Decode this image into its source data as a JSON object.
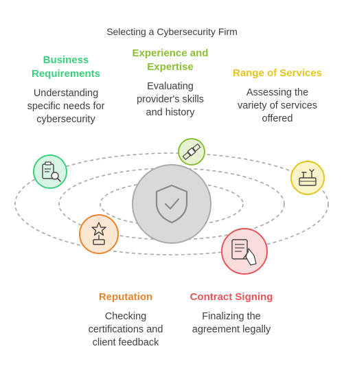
{
  "title": "Selecting a Cybersecurity Firm",
  "center_icon": "shield-check-icon",
  "items": [
    {
      "heading": "Business Requirements",
      "heading_lines": [
        "Business",
        "Requirements"
      ],
      "description_lines": [
        "Understanding",
        "specific needs for",
        "cybersecurity"
      ],
      "color": "#3ccf7e",
      "icon": "clipboard-search-icon"
    },
    {
      "heading": "Experience and Expertise",
      "heading_lines": [
        "Experience and",
        "Expertise"
      ],
      "description_lines": [
        "Evaluating",
        "provider's skills",
        "and history"
      ],
      "color": "#8bbf32",
      "icon": "satellite-icon"
    },
    {
      "heading": "Range of Services",
      "heading_lines": [
        "Range of Services"
      ],
      "description_lines": [
        "Assessing the",
        "variety of services",
        "offered"
      ],
      "color": "#e2c51f",
      "icon": "toolbox-icon"
    },
    {
      "heading": "Reputation",
      "heading_lines": [
        "Reputation"
      ],
      "description_lines": [
        "Checking",
        "certifications and",
        "client feedback"
      ],
      "color": "#e8852c",
      "icon": "trophy-icon"
    },
    {
      "heading": "Contract Signing",
      "heading_lines": [
        "Contract Signing"
      ],
      "description_lines": [
        "Finalizing the",
        "agreement legally"
      ],
      "color": "#e65358",
      "icon": "contract-sign-icon"
    }
  ]
}
